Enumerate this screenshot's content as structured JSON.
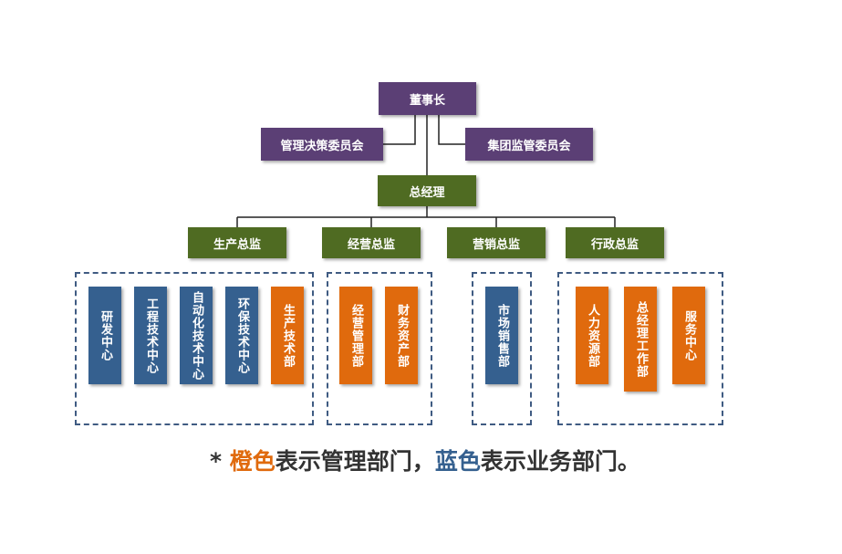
{
  "chairman": "董事长",
  "committees": {
    "left": "管理决策委员会",
    "right": "集团监管委员会"
  },
  "gm": "总经理",
  "directors": {
    "production": "生产总监",
    "operations": "经营总监",
    "marketing": "营销总监",
    "admin": "行政总监"
  },
  "departments": {
    "production": [
      {
        "name": "研发中心",
        "type": "business"
      },
      {
        "name": "工程技术中心",
        "type": "business"
      },
      {
        "name": "自动化技术中心",
        "type": "business"
      },
      {
        "name": "环保技术中心",
        "type": "business"
      },
      {
        "name": "生产技术部",
        "type": "management"
      }
    ],
    "operations": [
      {
        "name": "经营管理部",
        "type": "management"
      },
      {
        "name": "财务资产部",
        "type": "management"
      }
    ],
    "marketing": [
      {
        "name": "市场销售部",
        "type": "business"
      }
    ],
    "admin": [
      {
        "name": "人力资源部",
        "type": "management"
      },
      {
        "name": "总经理工作部",
        "type": "management"
      },
      {
        "name": "服务中心",
        "type": "management"
      }
    ]
  },
  "legend": {
    "prefix": "* ",
    "orange_word": "橙色",
    "orange_text": "表示管理部门，",
    "blue_word": "蓝色",
    "blue_text": "表示业务部门。"
  },
  "colors": {
    "chairman": "#5b3f75",
    "director": "#4f6b22",
    "management": "#e06a0d",
    "business": "#35608f"
  }
}
